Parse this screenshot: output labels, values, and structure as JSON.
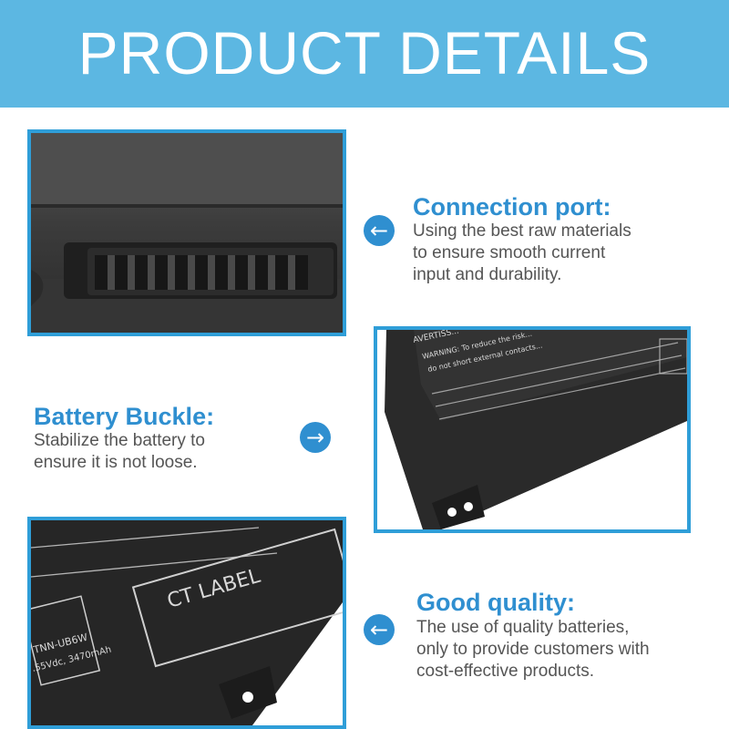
{
  "banner": {
    "title": "PRODUCT DETAILS"
  },
  "sections": [
    {
      "heading": "Connection port:",
      "lines": [
        "Using the best raw materials",
        "to ensure smooth current",
        "input and durability."
      ],
      "arrow": "←"
    },
    {
      "heading": "Battery Buckle:",
      "lines": [
        "Stabilize the battery to",
        "ensure it is not loose."
      ],
      "arrow": "→"
    },
    {
      "heading": "Good quality:",
      "lines": [
        "The use of quality batteries,",
        "only to provide customers with",
        "cost-effective products."
      ],
      "arrow": "←"
    }
  ],
  "photos": {
    "buckle_label": {
      "lines": [
        "AVERTISS...",
        "WARNING: To reduce the risk...",
        "do not short external contacts..."
      ]
    },
    "quality_label": {
      "ct_label": "CT LABEL",
      "model_lines": [
        "TNN-UB6W",
        ".55Vdc, 3470mAh"
      ]
    }
  },
  "colors": {
    "banner": "#5cb7e2",
    "accent": "#2f8fd0",
    "frame": "#2f9ed8"
  }
}
